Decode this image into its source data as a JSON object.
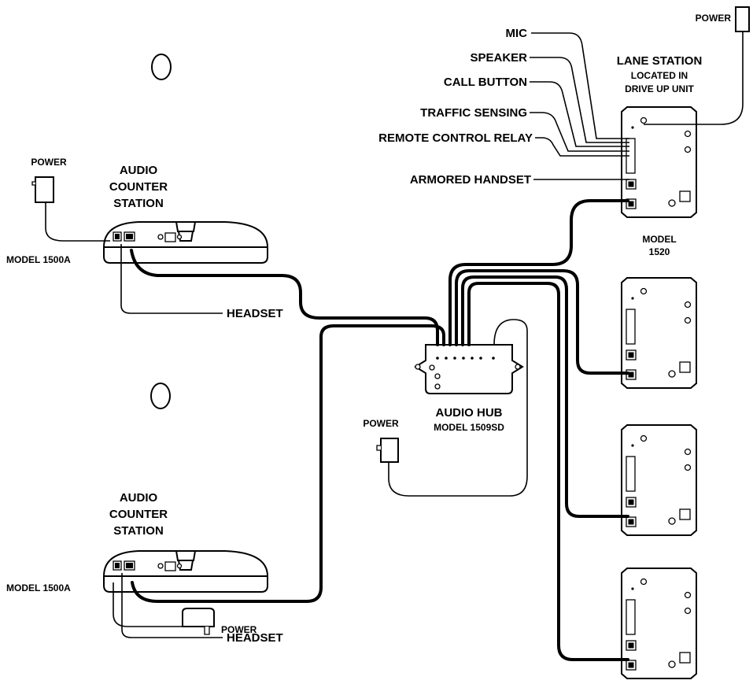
{
  "labels": {
    "mic": "MIC",
    "speaker": "SPEAKER",
    "call_button": "CALL BUTTON",
    "traffic_sensing": "TRAFFIC SENSING",
    "remote_control_relay": "REMOTE CONTROL RELAY",
    "armored_handset": "ARMORED HANDSET",
    "power_top_right": "POWER",
    "lane_station_title": "LANE STATION",
    "lane_station_sub1": "LOCATED IN",
    "lane_station_sub2": "DRIVE UP UNIT",
    "model_1520_line1": "MODEL",
    "model_1520_line2": "1520",
    "power_left": "POWER",
    "counter_station_top_line1": "AUDIO",
    "counter_station_top_line2": "COUNTER",
    "counter_station_top_line3": "STATION",
    "model_1500a_top": "MODEL 1500A",
    "headset_top": "HEADSET",
    "audio_hub_title": "AUDIO HUB",
    "audio_hub_model": "MODEL 1509SD",
    "power_hub": "POWER",
    "counter_station_bottom_line1": "AUDIO",
    "counter_station_bottom_line2": "COUNTER",
    "counter_station_bottom_line3": "STATION",
    "model_1500a_bottom": "MODEL 1500A",
    "headset_bottom": "HEADSET",
    "power_bottom": "POWER"
  }
}
